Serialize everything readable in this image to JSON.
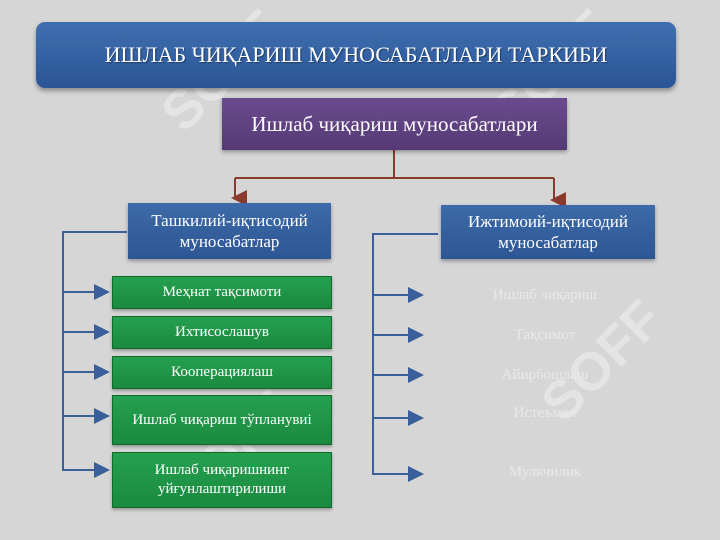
{
  "title": "ИШЛАБ ЧИҚАРИШ МУНОСАБАТЛАРИ ТАРКИБИ",
  "root": "Ишлаб чиқариш муносабатлари",
  "left_branch": {
    "label": "Ташкилий-иқтисодий муносабатлар",
    "items": [
      "Меҳнат тақсимоти",
      "Ихтисослашув",
      "Кооперациялаш",
      "Ишлаб чиқариш тўпланувиi",
      "Ишлаб чиқаришнинг уйғунлаштирилиши"
    ]
  },
  "right_branch": {
    "label": "Ижтимоий-иқтисодий муносабатлар",
    "items": [
      "Ишлаб чиқариш",
      "Тақсимот",
      "Айирбошлаш",
      "Истеъмол",
      "Мулкчилик"
    ]
  },
  "watermark": "SOFF",
  "colors": {
    "background": "#d6d6d6",
    "title": "#2f5c9e",
    "root": "#5e4280",
    "branch": "#3461a0",
    "item": "#1f9447",
    "connector_top": "#8b3a2e",
    "connector_side": "#3a5f9a"
  }
}
